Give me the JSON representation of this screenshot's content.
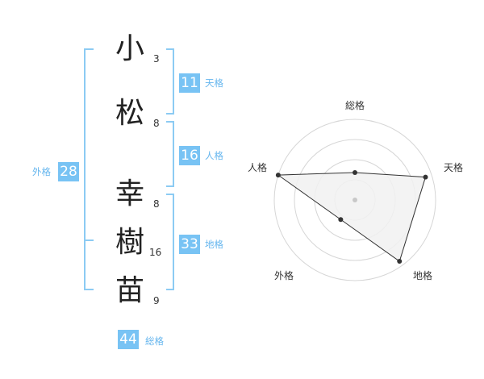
{
  "name": {
    "chars": [
      "小",
      "松",
      "幸",
      "樹",
      "苗"
    ],
    "strokes": [
      "3",
      "8",
      "8",
      "16",
      "9"
    ]
  },
  "grades": {
    "tenkaku": {
      "value": "11",
      "label": "天格"
    },
    "jinkaku": {
      "value": "16",
      "label": "人格"
    },
    "chikaku": {
      "value": "33",
      "label": "地格"
    },
    "gaikaku": {
      "value": "28",
      "label": "外格"
    },
    "soukaku": {
      "value": "44",
      "label": "総格"
    }
  },
  "chart_data": {
    "type": "radar",
    "axes": [
      "総格",
      "天格",
      "地格",
      "外格",
      "人格"
    ],
    "max": 5,
    "rings": 4,
    "values": [
      1.7,
      4.6,
      4.7,
      1.5,
      5.0
    ],
    "colors": {
      "fill": "#f1f1f1",
      "line": "#333333",
      "grid": "#d6d6d6",
      "center": "#c8c8c8"
    }
  }
}
